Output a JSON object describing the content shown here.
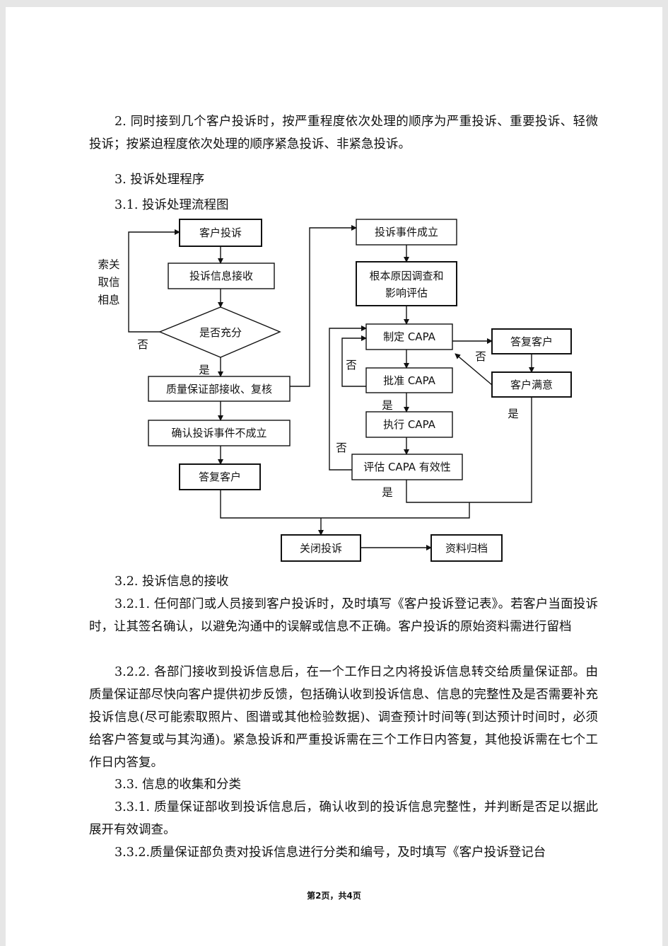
{
  "paragraphs": {
    "p2": "2. 同时接到几个客户投诉时，按严重程度依次处理的顺序为严重投诉、重要投诉、轻微投诉；按紧迫程度依次处理的顺序紧急投诉、非紧急投诉。",
    "h3": "3. 投诉处理程序",
    "h31": "3.1. 投诉处理流程图",
    "h32": "3.2. 投诉信息的接收",
    "p321": "3.2.1. 任何部门或人员接到客户投诉时，及时填写《客户投诉登记表》。若客户当面投诉时，让其签名确认，以避免沟通中的误解或信息不正确。客户投诉的原始资料需进行留档",
    "p322": "3.2.2. 各部门接收到投诉信息后，在一个工作日之内将投诉信息转交给质量保证部。由质量保证部尽快向客户提供初步反馈，包括确认收到投诉信息、信息的完整性及是否需要补充投诉信息(尽可能索取照片、图谱或其他检验数据)、调查预计时间等(到达预计时间时，必须给客户答复或与其沟通)。紧急投诉和严重投诉需在三个工作日内答复，其他投诉需在七个工作日内答复。",
    "h33": "3.3. 信息的收集和分类",
    "p331": "3.3.1. 质量保证部收到投诉信息后，确认收到的投诉信息完整性，并判断是否足以据此展开有效调查。",
    "p332": "3.3.2.质量保证部负责对投诉信息进行分类和编号，及时填写《客户投诉登记台"
  },
  "flowchart": {
    "customer_complaint": "客户投诉",
    "info_receive": "投诉信息接收",
    "sufficient": "是否充分",
    "qa_receive": "质量保证部接收、复核",
    "not_valid": "确认投诉事件不成立",
    "reply_left": "答复客户",
    "valid": "投诉事件成立",
    "root_cause_1": "根本原因调查和",
    "root_cause_2": "影响评估",
    "make_capa": "制定 CAPA",
    "approve_capa": "批准 CAPA",
    "exec_capa": "执行 CAPA",
    "eval_capa": "评估 CAPA 有效性",
    "reply_right": "答复客户",
    "satisfied": "客户满意",
    "close": "关闭投诉",
    "archive": "资料归档",
    "side_text": [
      "索关",
      "取信",
      "相息"
    ],
    "yes": "是",
    "no": "否"
  },
  "footer": "第2页，共4页"
}
